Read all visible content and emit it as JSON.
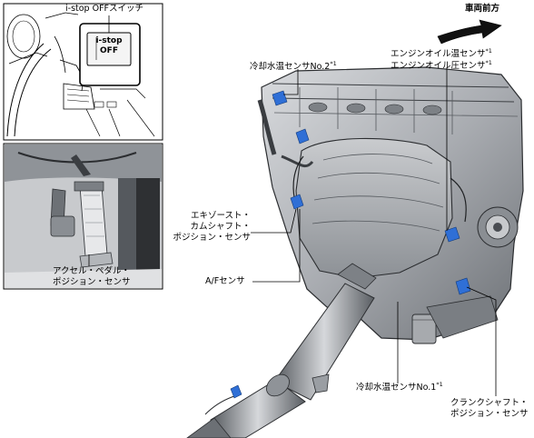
{
  "labels": {
    "istop_switch": "i-stop OFFスイッチ",
    "istop_button_line1": "i-stop",
    "istop_button_line2": "OFF",
    "vehicle_front": "車両前方",
    "coolant_no2": "冷却水温センサNo.2",
    "coolant_no2_sup": "*1",
    "oil_temp_line1": "エンジンオイル温センサ",
    "oil_temp_line1_sup": "*1",
    "oil_temp_line2": "エンジンオイル圧センサ",
    "oil_temp_line2_sup": "*1",
    "exhaust_cam_line1": "エキゾースト・",
    "exhaust_cam_line2": "カムシャフト・",
    "exhaust_cam_line3": "ポジション・センサ",
    "af_sensor": "A/Fセンサ",
    "accel_line1": "アクセル・ペダル・",
    "accel_line2": "ポジション・センサ",
    "coolant_no1": "冷却水温センサNo.1",
    "coolant_no1_sup": "*1",
    "crank_line1": "クランクシャフト・",
    "crank_line2": "ポジション・センサ"
  },
  "colors": {
    "sensor_highlight": "#2f6fd6",
    "engine_gray": "#b9bcc0",
    "engine_dark": "#4a4d52",
    "line": "#000000"
  }
}
